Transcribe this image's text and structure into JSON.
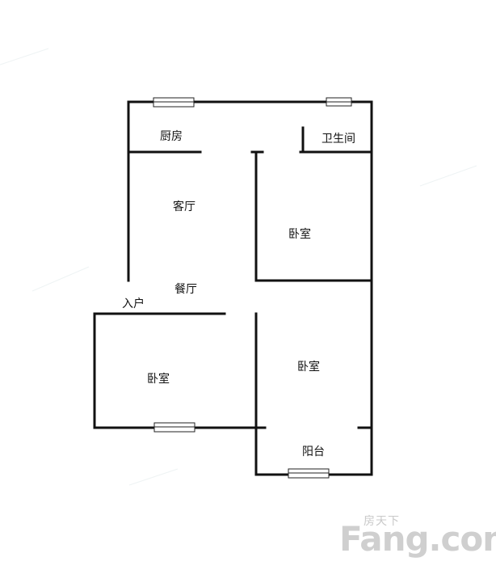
{
  "rooms": {
    "kitchen": "厨房",
    "bathroom": "卫生间",
    "living_room": "客厅",
    "bedroom_right_upper": "卧室",
    "dining_room": "餐厅",
    "entrance": "入户",
    "bedroom_left": "卧室",
    "bedroom_right_lower": "卧室",
    "balcony": "阳台"
  },
  "watermark": {
    "chinese": "房天下",
    "brand": "Fang.com"
  },
  "colors": {
    "wall": "#111111",
    "watermark": "#cfcfcf"
  }
}
